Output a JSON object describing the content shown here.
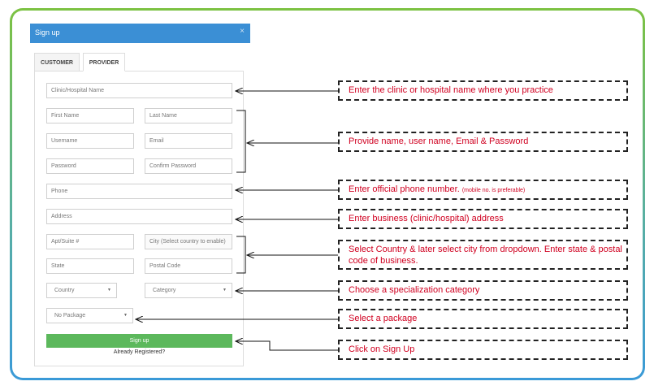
{
  "modal": {
    "title": "Sign up",
    "close_symbol": "×"
  },
  "tabs": [
    {
      "label": "CUSTOMER",
      "active": false
    },
    {
      "label": "PROVIDER",
      "active": true
    }
  ],
  "form": {
    "clinic_name": {
      "placeholder": "Clinic/Hospital Name"
    },
    "first_name": {
      "placeholder": "First Name"
    },
    "last_name": {
      "placeholder": "Last Name"
    },
    "username": {
      "placeholder": "Username"
    },
    "email": {
      "placeholder": "Email"
    },
    "password": {
      "placeholder": "Password"
    },
    "confirm_password": {
      "placeholder": "Confirm Password"
    },
    "phone": {
      "placeholder": "Phone"
    },
    "address": {
      "placeholder": "Address"
    },
    "apt_suite": {
      "placeholder": "Apt/Suite #"
    },
    "city": {
      "placeholder": "City (Select country to enable)"
    },
    "state": {
      "placeholder": "State"
    },
    "postal_code": {
      "placeholder": "Postal Code"
    },
    "country": {
      "selected": "Country"
    },
    "category": {
      "selected": "Category"
    },
    "package": {
      "selected": "No Package"
    },
    "caret": "▼",
    "submit_label": "Sign up",
    "already_registered": "Already Registered?"
  },
  "annotations": {
    "clinic": "Enter the clinic or hospital name where you practice",
    "name_credentials": "Provide name, user name, Email & Password",
    "phone": "Enter official phone number.",
    "phone_note": "(mobile no. is preferable)",
    "address": "Enter business (clinic/hospital) address",
    "location": "Select Country & later select city from dropdown. Enter state & postal code of business.",
    "category": "Choose a specialization category",
    "package": "Select a package",
    "signup": "Click on Sign Up"
  },
  "colors": {
    "header": "#3b8fd5",
    "submit": "#5cb85c",
    "annotation_text": "#d00020",
    "frame_top": "#7cc242",
    "frame_bottom": "#3a9ad8"
  }
}
